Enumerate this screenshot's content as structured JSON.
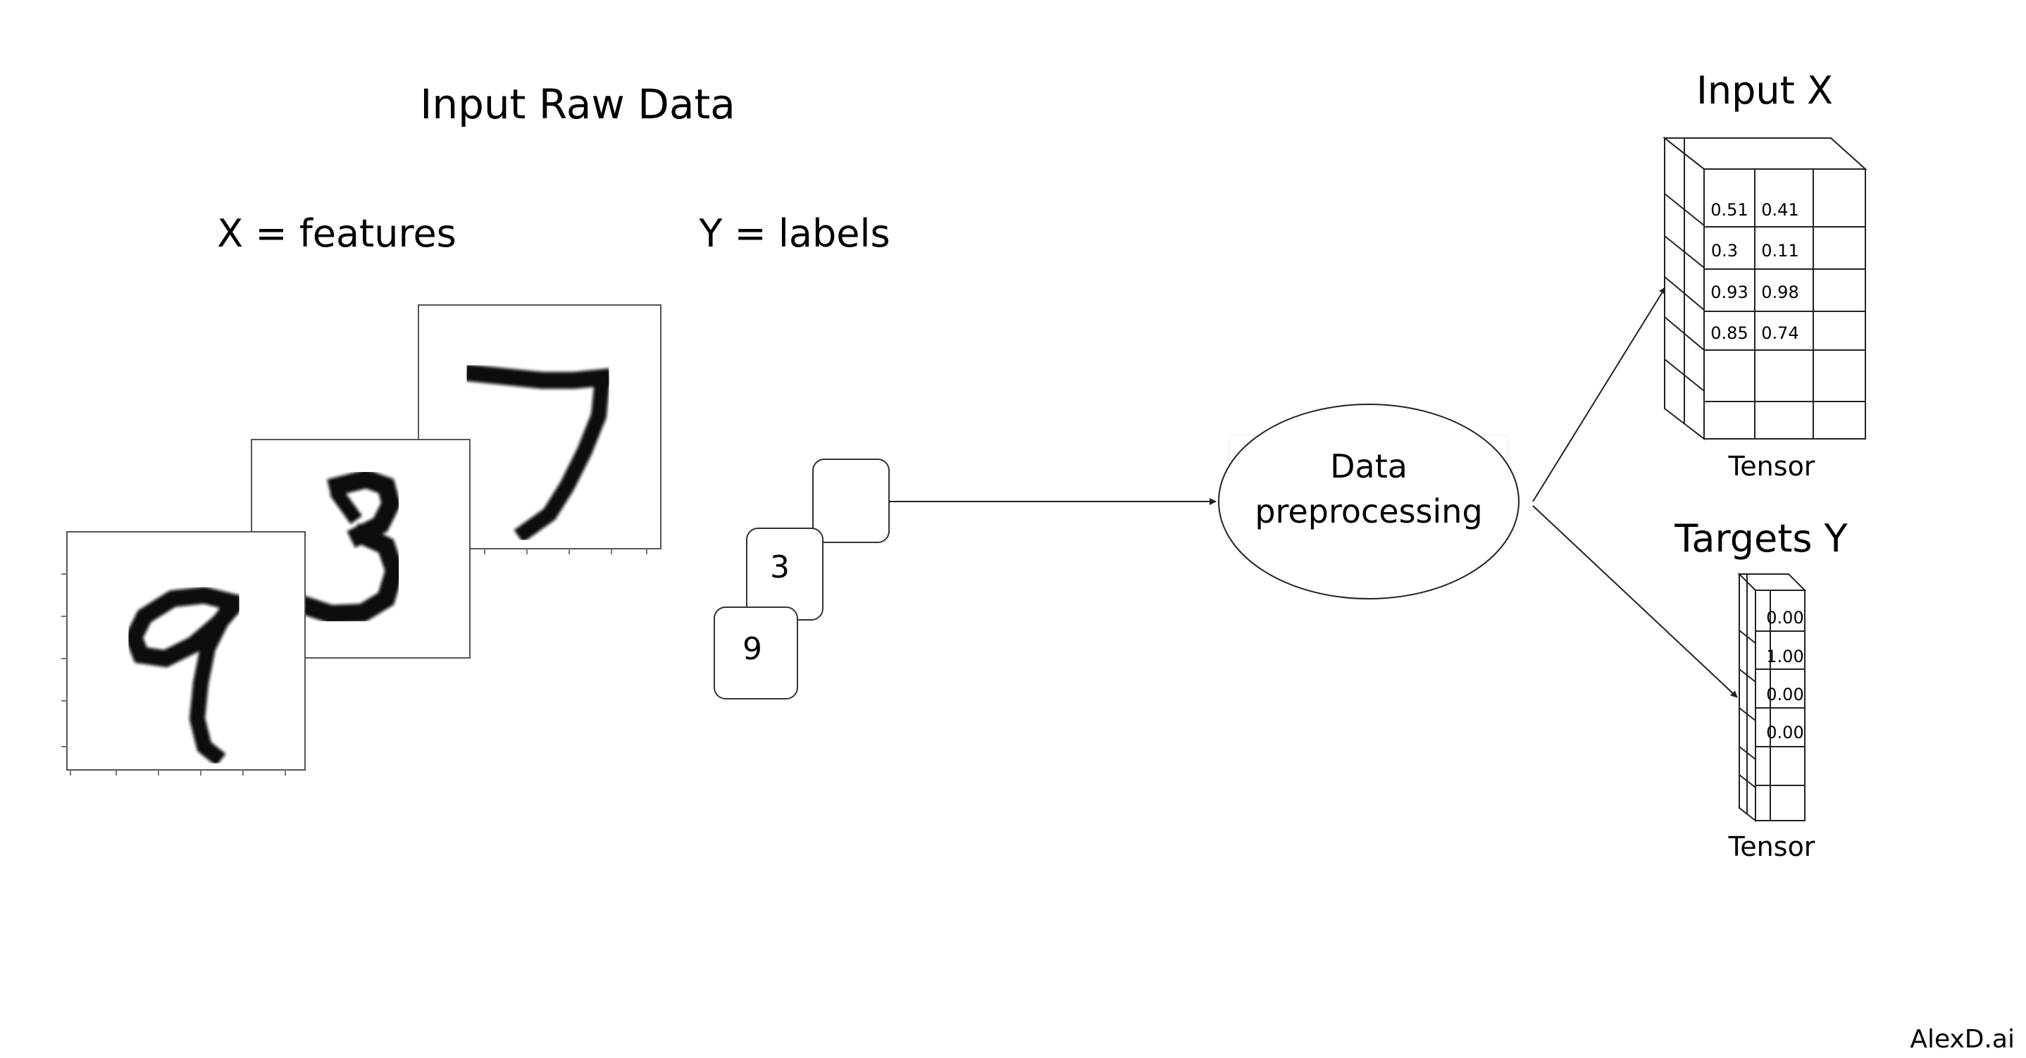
{
  "title": "Input Raw Data",
  "features_label": "X = features",
  "labels_label": "Y = labels",
  "label_cards": [
    "",
    "3",
    "9"
  ],
  "preprocess": {
    "line1": "Data",
    "line2": "preprocessing"
  },
  "input_x": {
    "title": "Input X",
    "caption": "Tensor",
    "values": [
      [
        "0.51",
        "0.41"
      ],
      [
        "0.3",
        "0.11"
      ],
      [
        "0.93",
        "0.98"
      ],
      [
        "0.85",
        "0.74"
      ]
    ]
  },
  "targets_y": {
    "title": "Targets Y",
    "caption": "Tensor",
    "values": [
      "0.00",
      "1.00",
      "0.00",
      "0.00"
    ]
  },
  "digits": [
    "7",
    "3",
    "9"
  ],
  "watermark": "AlexD.ai"
}
